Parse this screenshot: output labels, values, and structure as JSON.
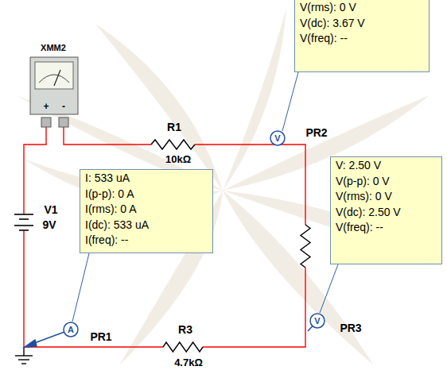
{
  "diagram": {
    "nodes": [
      {
        "text": [
          "V(rms): 0 V",
          "V(dc): 3.67 V",
          "V(freq): --"
        ]
      },
      {
        "text": [
          "I: 533 uA",
          "I(p-p): 0 A",
          "I(rms): 0 A",
          "I(dc): 533 uA",
          "I(freq): --"
        ]
      },
      {
        "text": [
          "V: 2.50 V",
          "V(p-p): 0 V",
          "V(rms): 0 V",
          "V(dc): 2.50 V",
          "V(freq): --"
        ]
      }
    ],
    "labels": [
      "XMM2",
      "+",
      "-",
      "R1",
      "10kΩ",
      "PR2",
      "V",
      "V1",
      "9V",
      "V",
      "PR3",
      "A",
      "PR1",
      "R3",
      "4.7kΩ"
    ]
  }
}
